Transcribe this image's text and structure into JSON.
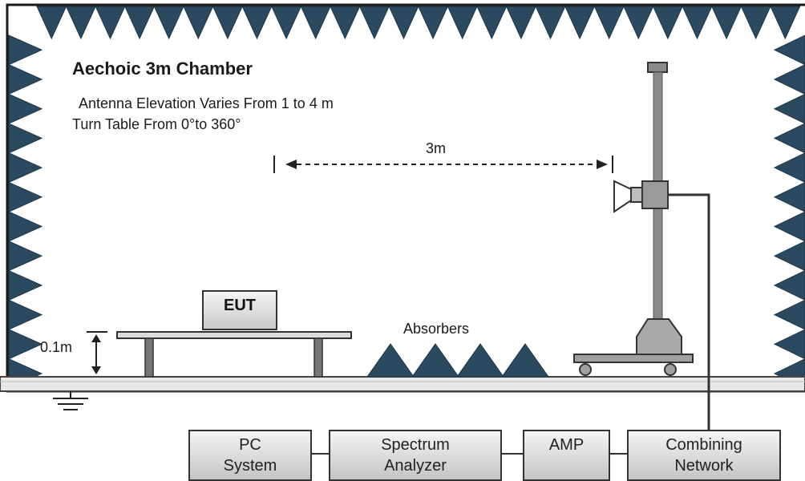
{
  "title": "Aechoic 3m Chamber",
  "notes": {
    "elevation": "Antenna Elevation Varies From 1 to 4 m",
    "turntable": "Turn Table From 0°to 360°"
  },
  "labels": {
    "distance": "3m",
    "absorbers": "Absorbers",
    "table_height": "0.1m",
    "eut": "EUT"
  },
  "equipment": [
    {
      "line1": "PC",
      "line2": "System"
    },
    {
      "line1": "Spectrum",
      "line2": "Analyzer"
    },
    {
      "line1": "AMP",
      "line2": ""
    },
    {
      "line1": "Combining",
      "line2": "Network"
    }
  ],
  "colors": {
    "absorber": "#2b4a60",
    "outline": "#333333",
    "mast": "#8a8a8a"
  }
}
